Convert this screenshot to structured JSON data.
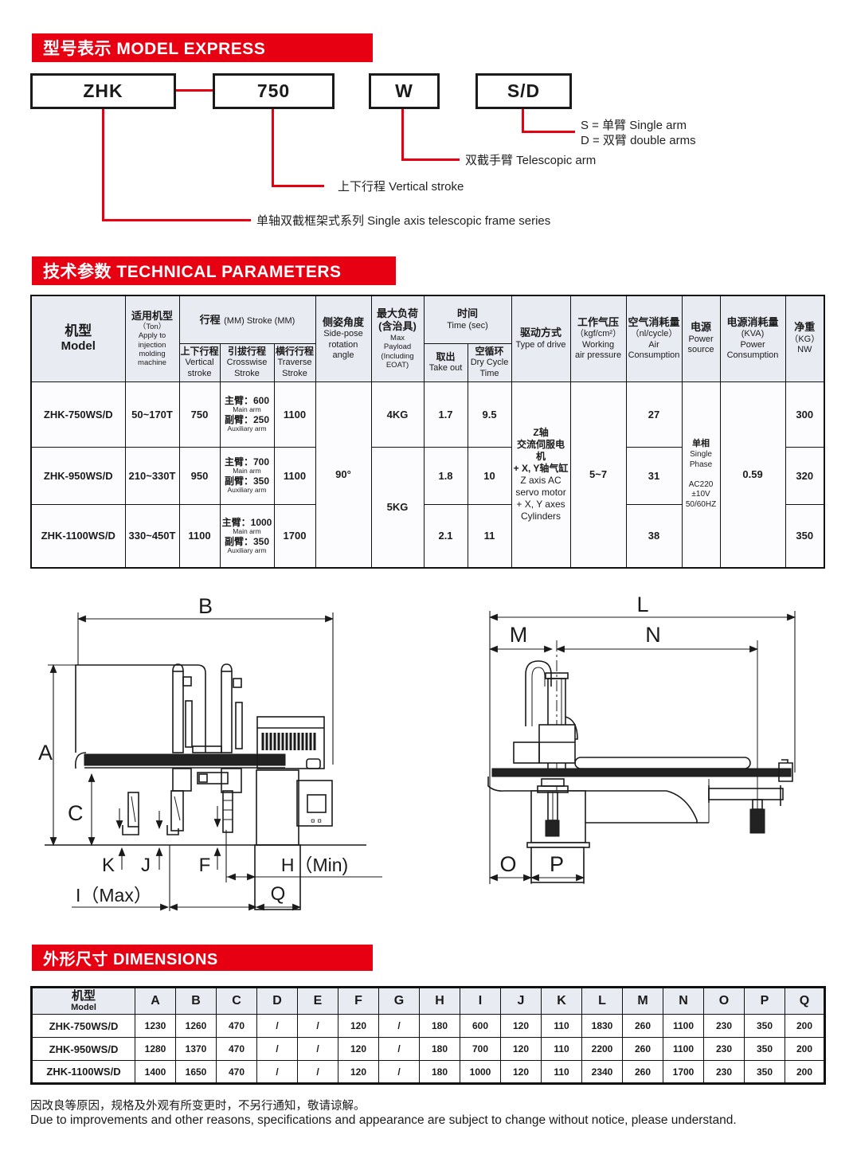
{
  "banners": {
    "model_express": "型号表示 MODEL EXPRESS",
    "technical": "技术参数 TECHNICAL PARAMETERS",
    "dimensions": "外形尺寸 DIMENSIONS"
  },
  "model_express": {
    "boxes": {
      "series": "ZHK",
      "stroke": "750",
      "w": "W",
      "arms": "S/D"
    },
    "callout_sd_line1": "S = 单臂 Single arm",
    "callout_sd_line2": "D = 双臂 double arms",
    "callout_w": "双截手臂 Telescopic arm",
    "callout_stroke": "上下行程 Vertical stroke",
    "callout_series": "单轴双截框架式系列 Single axis telescopic  frame series"
  },
  "tech": {
    "head": {
      "model_cn": "机型",
      "model_en": "Model",
      "apply_cn": "适用机型",
      "apply_lines": [
        "（Ton）",
        "Apply to",
        "injection",
        "molding",
        "machine"
      ],
      "stroke_cn": "行程",
      "stroke_en": "(MM) Stroke (MM)",
      "v_cn": "上下行程",
      "v_lines": [
        "Vertical",
        "stroke"
      ],
      "cross_cn": "引拔行程",
      "cross_lines": [
        "Crosswise",
        "Stroke"
      ],
      "trav_cn": "横行行程",
      "trav_lines": [
        "Traverse",
        "Stroke"
      ],
      "pose_cn": "侧姿角度",
      "pose_lines": [
        "Side-pose",
        "rotation",
        "angle"
      ],
      "payload_cn": [
        "最大负荷",
        "(含治具)"
      ],
      "payload_lines": [
        "Max",
        "Payload",
        "(Including",
        "EOAT)"
      ],
      "time_cn": "时间",
      "time_en": "Time (sec)",
      "takeout_cn": "取出",
      "takeout_en": "Take out",
      "dry_cn": "空循环",
      "dry_lines": [
        "Dry Cycle",
        "Time"
      ],
      "drive_cn": "驱动方式",
      "drive_en": "Type of drive",
      "pressure_cn": "工作气压",
      "pressure_lines": [
        "（kgf/cm²）",
        "Working",
        "air pressure"
      ],
      "air_cn": "空气消耗量",
      "air_lines": [
        "（nl/cycle）",
        "Air",
        "Consumption"
      ],
      "power_cn": "电源",
      "power_lines": [
        "Power",
        "source"
      ],
      "pc_cn": "电源消耗量",
      "pc_lines": [
        "(KVA)",
        "Power",
        "Consumption"
      ],
      "nw_cn": "净重",
      "nw_lines": [
        "（KG）",
        "NW"
      ]
    },
    "rows": [
      {
        "model": "ZHK-750WS/D",
        "apply": "50~170T",
        "vstroke": "750",
        "main": "主臂：600",
        "main_en": "Main arm",
        "aux": "副臂：250",
        "aux_en": "Auxiliary arm",
        "traverse": "1100",
        "payload": "4KG",
        "takeout": "1.7",
        "dry": "9.5",
        "air": "27",
        "nw": "300"
      },
      {
        "model": "ZHK-950WS/D",
        "apply": "210~330T",
        "vstroke": "950",
        "main": "主臂：700",
        "main_en": "Main arm",
        "aux": "副臂：350",
        "aux_en": "Auxiliary arm",
        "traverse": "1100",
        "payload": "5KG",
        "takeout": "1.8",
        "dry": "10",
        "air": "31",
        "nw": "320"
      },
      {
        "model": "ZHK-1100WS/D",
        "apply": "330~450T",
        "vstroke": "1100",
        "main": "主臂：1000",
        "main_en": "Main arm",
        "aux": "副臂：350",
        "aux_en": "Auxiliary arm",
        "traverse": "1700",
        "takeout": "2.1",
        "dry": "11",
        "air": "38",
        "nw": "350"
      }
    ],
    "merged": {
      "pose": "90°",
      "drive_cn": [
        "Z轴",
        "交流伺服电机",
        "+ X, Y轴气缸"
      ],
      "drive_en": [
        "Z axis AC",
        "servo motor",
        "+ X, Y axes",
        "Cylinders"
      ],
      "pressure": "5~7",
      "power_cn": "单相",
      "power_en": [
        "Single",
        "Phase",
        "",
        "AC220",
        "±10V",
        "50/60HZ"
      ],
      "power_consumption": "0.59"
    }
  },
  "diagram": {
    "front": {
      "b": "B",
      "a": "A",
      "c": "C",
      "k": "K",
      "j": "J",
      "f": "F",
      "h": "H（Min)",
      "i": "I（Max）",
      "q": "Q"
    },
    "side": {
      "l": "L",
      "m": "M",
      "n": "N",
      "o": "O",
      "p": "P"
    }
  },
  "dims": {
    "model_cn": "机型",
    "model_en": "Model",
    "columns": [
      "A",
      "B",
      "C",
      "D",
      "E",
      "F",
      "G",
      "H",
      "I",
      "J",
      "K",
      "L",
      "M",
      "N",
      "O",
      "P",
      "Q"
    ],
    "rows": [
      {
        "model": "ZHK-750WS/D",
        "values": [
          "1230",
          "1260",
          "470",
          "/",
          "/",
          "120",
          "/",
          "180",
          "600",
          "120",
          "110",
          "1830",
          "260",
          "1100",
          "230",
          "350",
          "200"
        ]
      },
      {
        "model": "ZHK-950WS/D",
        "values": [
          "1280",
          "1370",
          "470",
          "/",
          "/",
          "120",
          "/",
          "180",
          "700",
          "120",
          "110",
          "2200",
          "260",
          "1100",
          "230",
          "350",
          "200"
        ]
      },
      {
        "model": "ZHK-1100WS/D",
        "values": [
          "1400",
          "1650",
          "470",
          "/",
          "/",
          "120",
          "/",
          "180",
          "1000",
          "120",
          "110",
          "2340",
          "260",
          "1700",
          "230",
          "350",
          "200"
        ]
      }
    ]
  },
  "footer": {
    "cn": "因改良等原因，规格及外观有所变更时，不另行通知，敬请谅解。",
    "en": "Due to improvements and other reasons, specifications and appearance are subject to change without notice, please understand."
  },
  "colors": {
    "accent_red": "#e60012",
    "line": "#1a1a1a",
    "header_bg": "#e9ebf3"
  }
}
